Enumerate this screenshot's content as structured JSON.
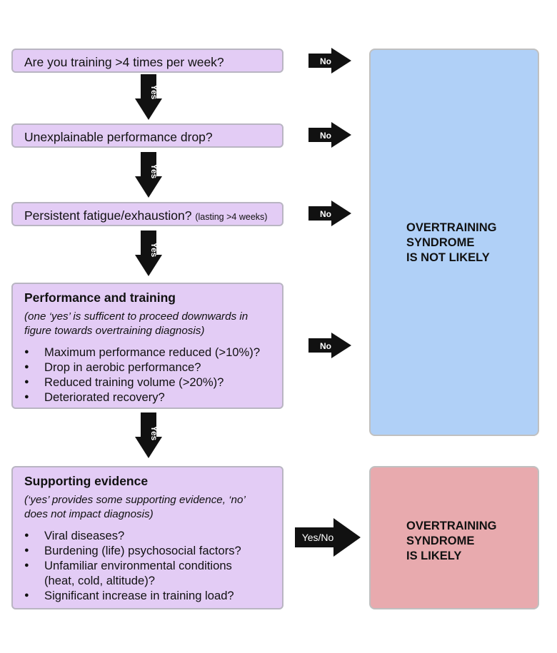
{
  "questions": [
    {
      "text": "Are you training >4 times per week?"
    },
    {
      "text": "Unexplainable performance drop?"
    },
    {
      "text": "Persistent fatigue/exhaustion?",
      "note": "(lasting >4 weeks)"
    }
  ],
  "performance_panel": {
    "title": "Performance and training",
    "note": "(one ‘yes’ is sufficent to proceed downwards in figure towards overtraining diagnosis)",
    "items": [
      "Maximum performance reduced (>10%)?",
      "Drop in aerobic performance?",
      "Reduced training volume (>20%)?",
      "Deteriorated recovery?"
    ]
  },
  "evidence_panel": {
    "title": "Supporting evidence",
    "note": "(‘yes’ provides some supporting evidence, ‘no’ does not impact diagnosis)",
    "items": [
      "Viral diseases?",
      "Burdening (life) psychosocial factors?",
      "Unfamiliar environmental conditions (heat, cold, altitude)?",
      "Significant increase in training load?"
    ]
  },
  "arrows": {
    "yes": "Yes",
    "no": "No",
    "yes_no": "Yes/No"
  },
  "results": {
    "not_likely": {
      "lines": [
        "OVERTRAINING",
        "SYNDROME",
        "IS NOT LIKELY"
      ],
      "color": "#b0d0f7"
    },
    "likely": {
      "lines": [
        "OVERTRAINING",
        "SYNDROME",
        "IS LIKELY"
      ],
      "color": "#e8aaae"
    }
  },
  "colors": {
    "box_fill": "#e3ccf5",
    "box_border": "#b9b5c2",
    "arrow": "#111111"
  }
}
